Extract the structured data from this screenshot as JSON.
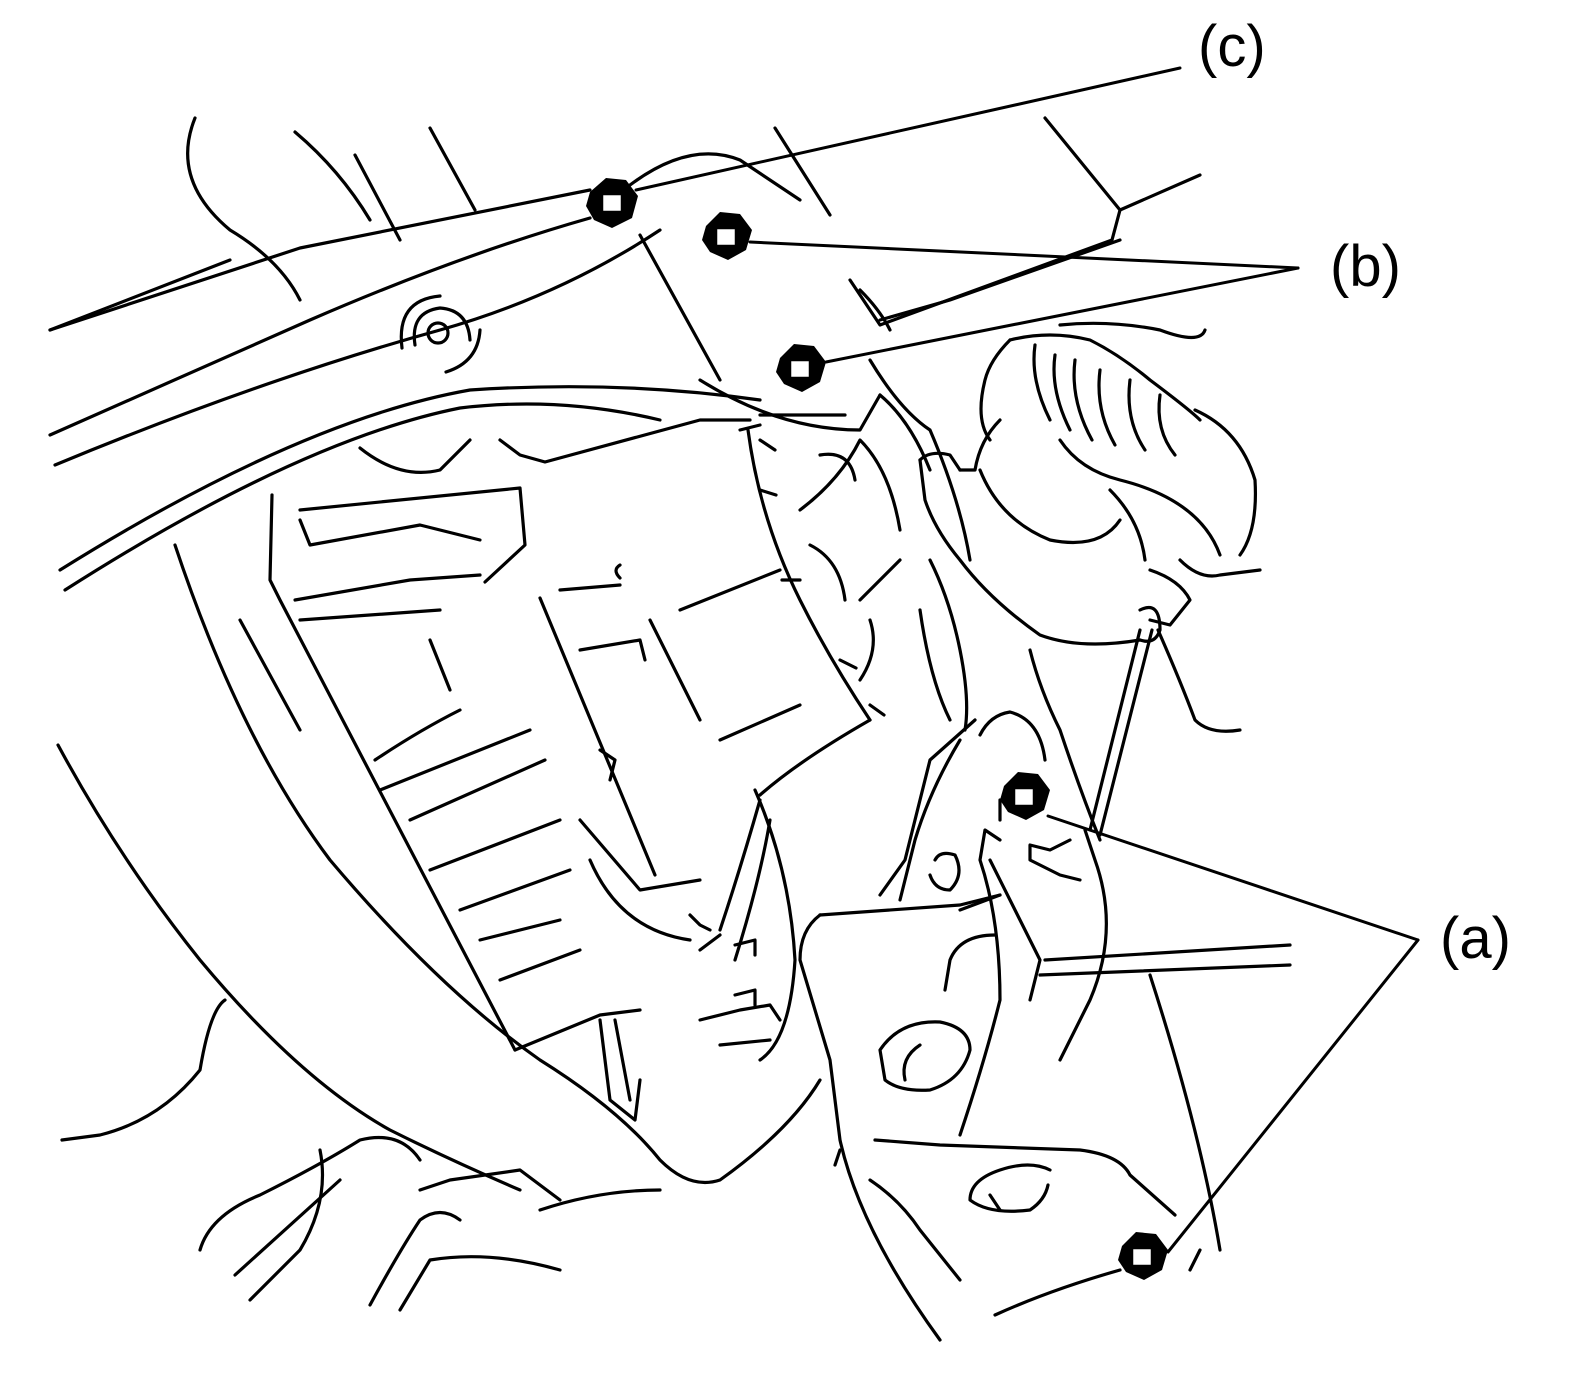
{
  "callouts": {
    "a": "(a)",
    "b": "(b)",
    "c": "(c)"
  }
}
